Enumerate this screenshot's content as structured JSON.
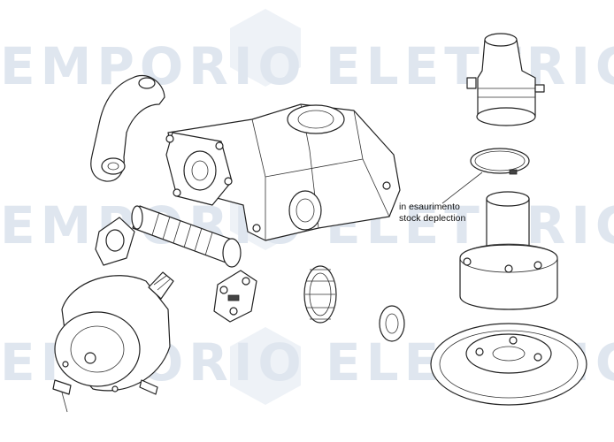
{
  "watermark": {
    "words": [
      "EMPORIO",
      "ELETTRICO"
    ],
    "color": "#dfe6ef"
  },
  "callout": {
    "line1": "in esaurimento",
    "line2": "stock deplection"
  },
  "colors": {
    "stroke": "#222222",
    "background": "#ffffff"
  }
}
